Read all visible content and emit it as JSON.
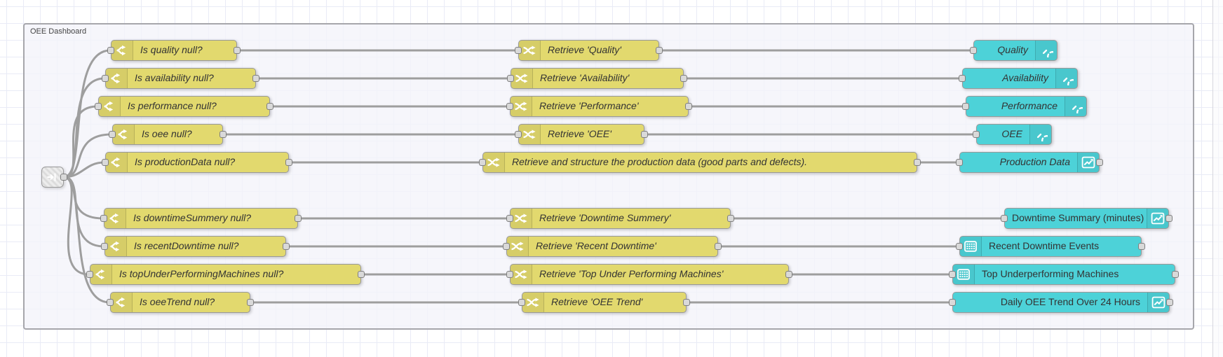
{
  "editor": {
    "group_label": "OEE Dashboard"
  },
  "colors": {
    "switch_node_fill": "#e2d96e",
    "widget_node_fill": "#4dd2d8",
    "wire": "#9e9e9e",
    "group_fill": "#f4f5fa",
    "group_border": "#a6a6ab",
    "canvas_grid": "#e9ebf6"
  },
  "rows": [
    {
      "condition": "Is quality null?",
      "retrieve": "Retrieve 'Quality'",
      "widget": "Quality",
      "widget_icon": "gauge-icon"
    },
    {
      "condition": "Is availability null?",
      "retrieve": "Retrieve 'Availability'",
      "widget": "Availability",
      "widget_icon": "gauge-icon"
    },
    {
      "condition": "Is performance null?",
      "retrieve": "Retrieve 'Performance'",
      "widget": "Performance",
      "widget_icon": "gauge-icon"
    },
    {
      "condition": "Is oee null?",
      "retrieve": "Retrieve 'OEE'",
      "widget": "OEE",
      "widget_icon": "gauge-icon"
    },
    {
      "condition": "Is productionData null?",
      "retrieve": "Retrieve and structure the production data (good parts and defects).",
      "widget": "Production Data",
      "widget_icon": "chart-icon"
    },
    {
      "condition": "Is downtimeSummery null?",
      "retrieve": "Retrieve 'Downtime Summery'",
      "widget": "Downtime Summary (minutes)",
      "widget_icon": "chart-icon"
    },
    {
      "condition": "Is recentDowntime null?",
      "retrieve": "Retrieve 'Recent Downtime'",
      "widget": "Recent Downtime Events",
      "widget_icon": "table-icon"
    },
    {
      "condition": "Is topUnderPerformingMachines null?",
      "retrieve": "Retrieve 'Top Under Performing Machines'",
      "widget": "Top Underperforming Machines",
      "widget_icon": "table-icon"
    },
    {
      "condition": "Is oeeTrend null?",
      "retrieve": "Retrieve 'OEE Trend'",
      "widget": "Daily OEE Trend Over 24 Hours",
      "widget_icon": "chart-icon"
    }
  ]
}
